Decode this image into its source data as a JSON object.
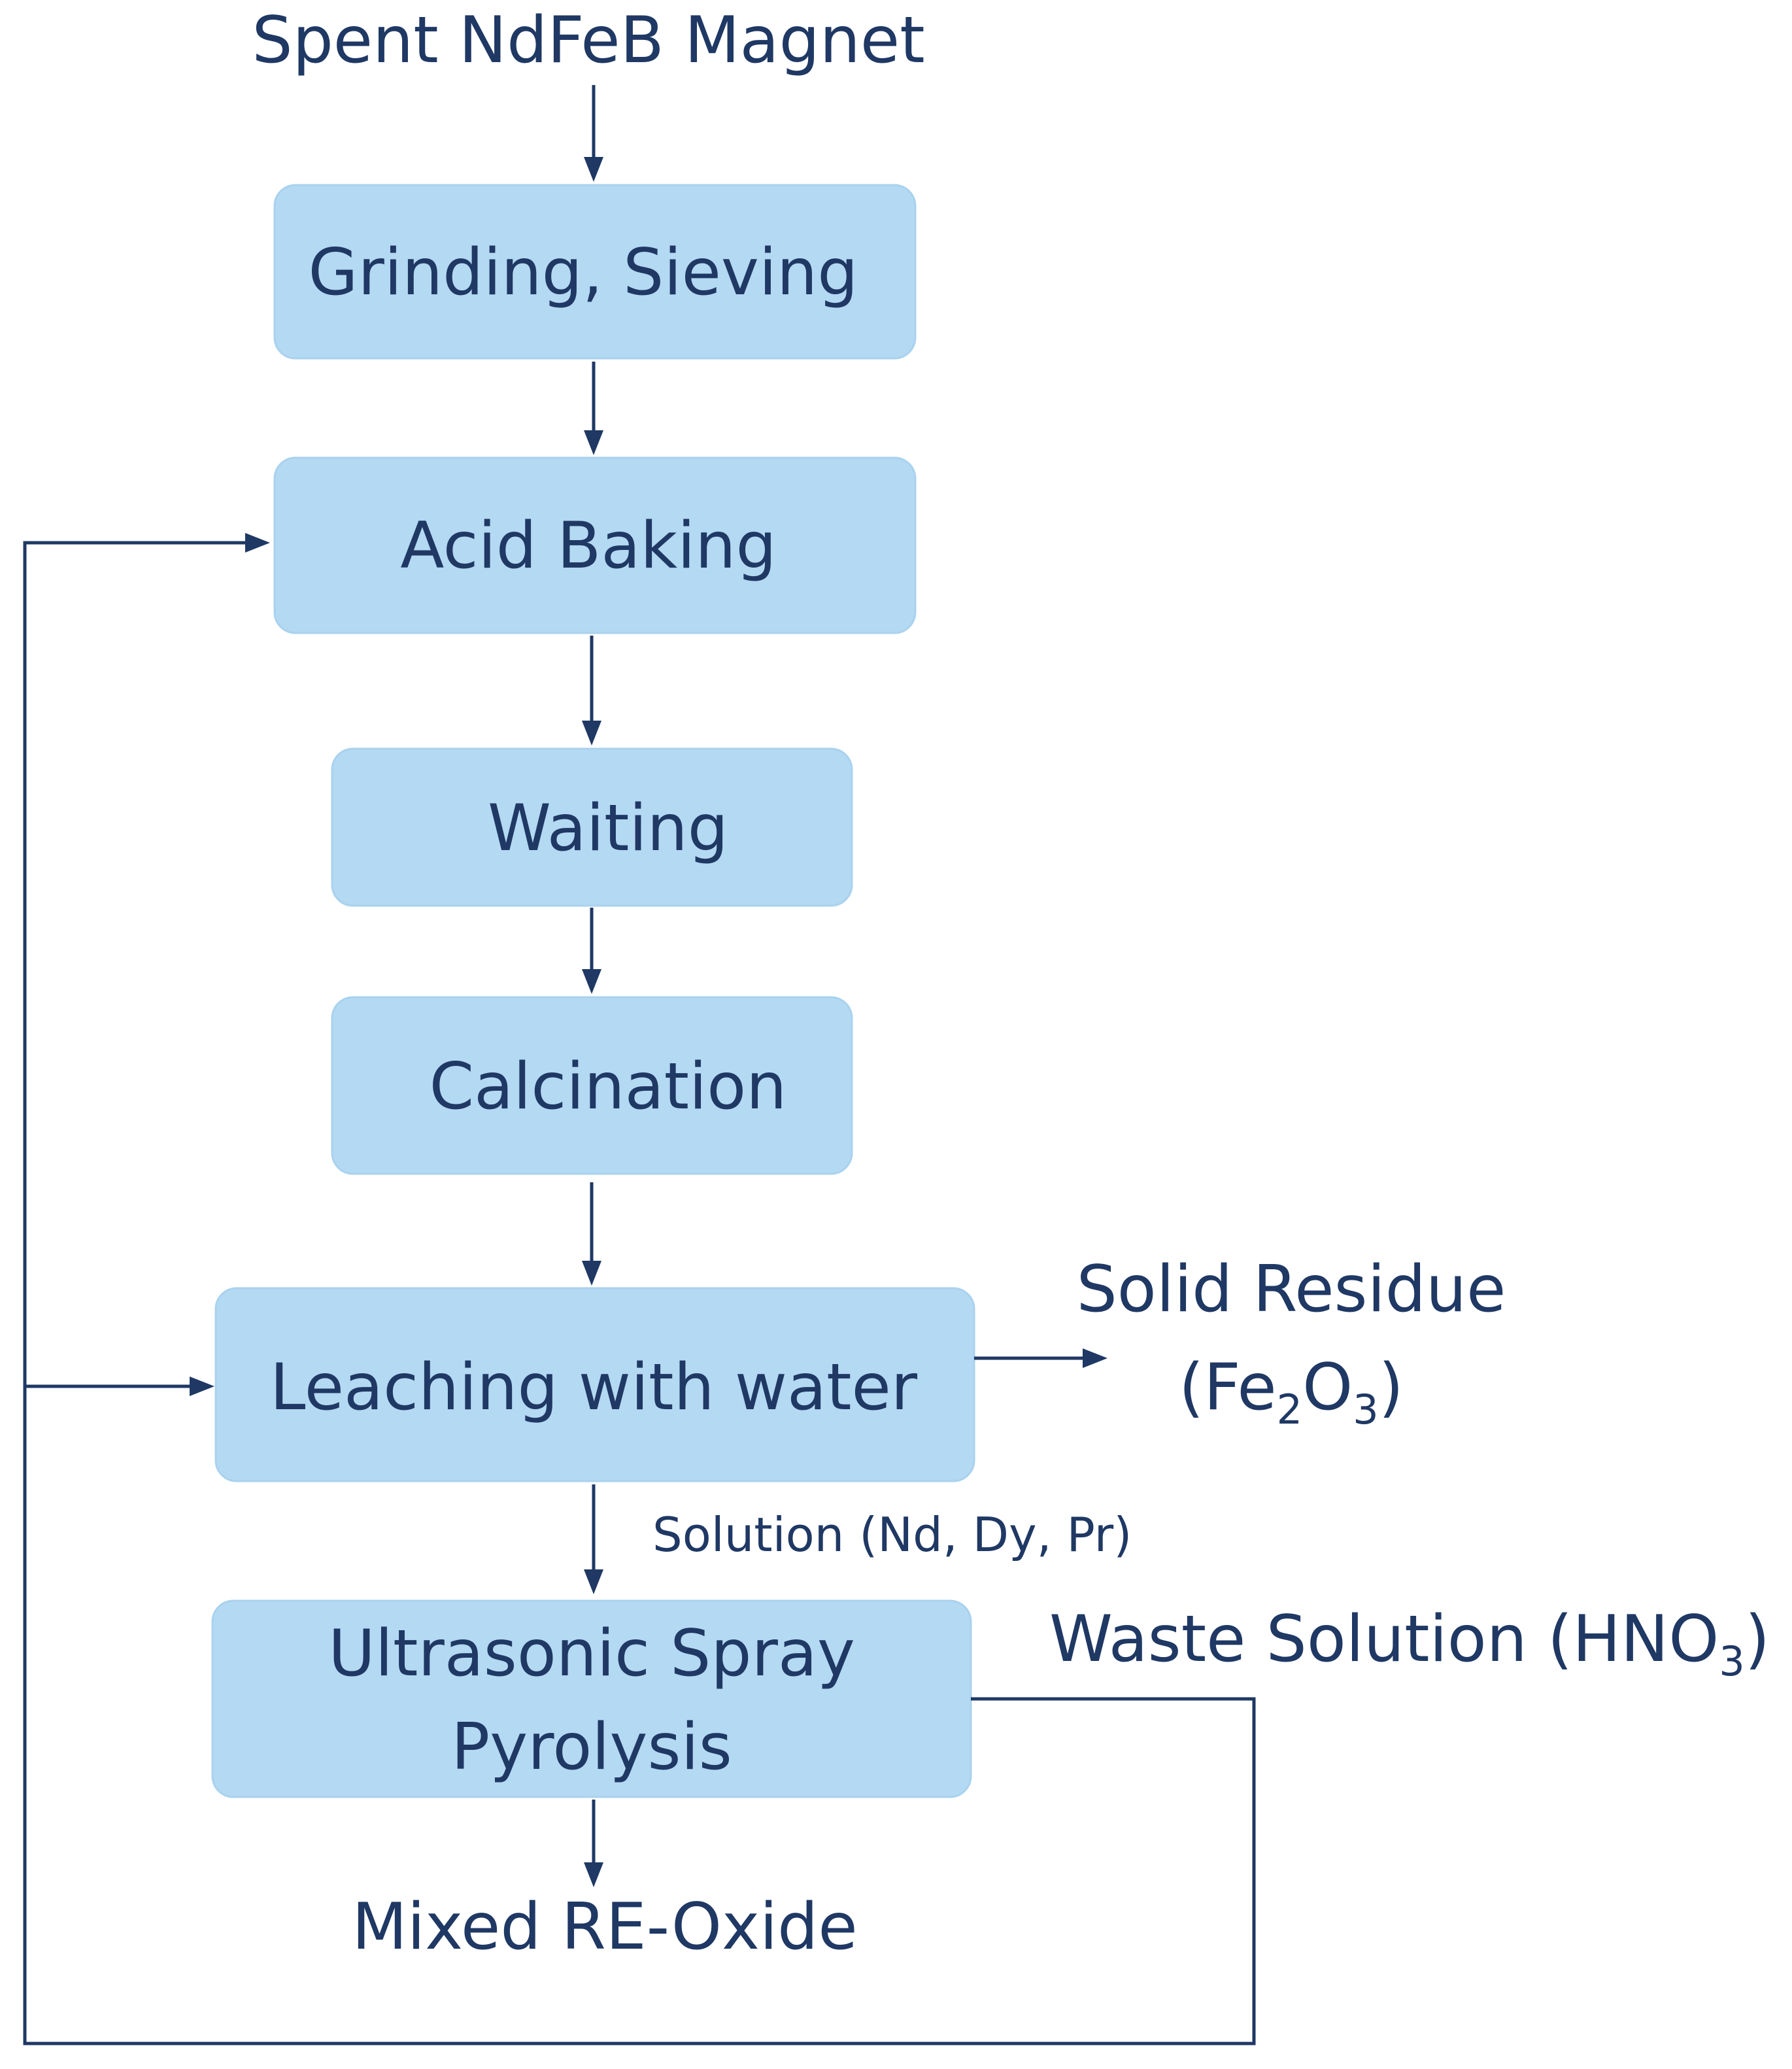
{
  "input_label": "Spent NdFeB Magnet",
  "steps": {
    "grinding": "Grinding, Sieving",
    "acid_baking": "Acid Baking",
    "waiting": "Waiting",
    "calcination": "Calcination",
    "leaching": "Leaching with water",
    "usp_line1": "Ultrasonic Spray",
    "usp_line2": "Pyrolysis"
  },
  "outputs": {
    "solid_residue": "Solid Residue",
    "solid_residue_formula": {
      "open": "(Fe",
      "sub1": "2",
      "mid": "O",
      "sub2": "3",
      "close": ")"
    },
    "solution": "Solution (Nd, Dy, Pr)",
    "waste_solution": {
      "prefix": "Waste Solution (HNO",
      "sub": "3",
      "close": ")"
    },
    "product": "Mixed RE-Oxide"
  },
  "colors": {
    "box_fill": "#b4d9f2",
    "text": "#1f3864",
    "connector": "#1f3864"
  }
}
